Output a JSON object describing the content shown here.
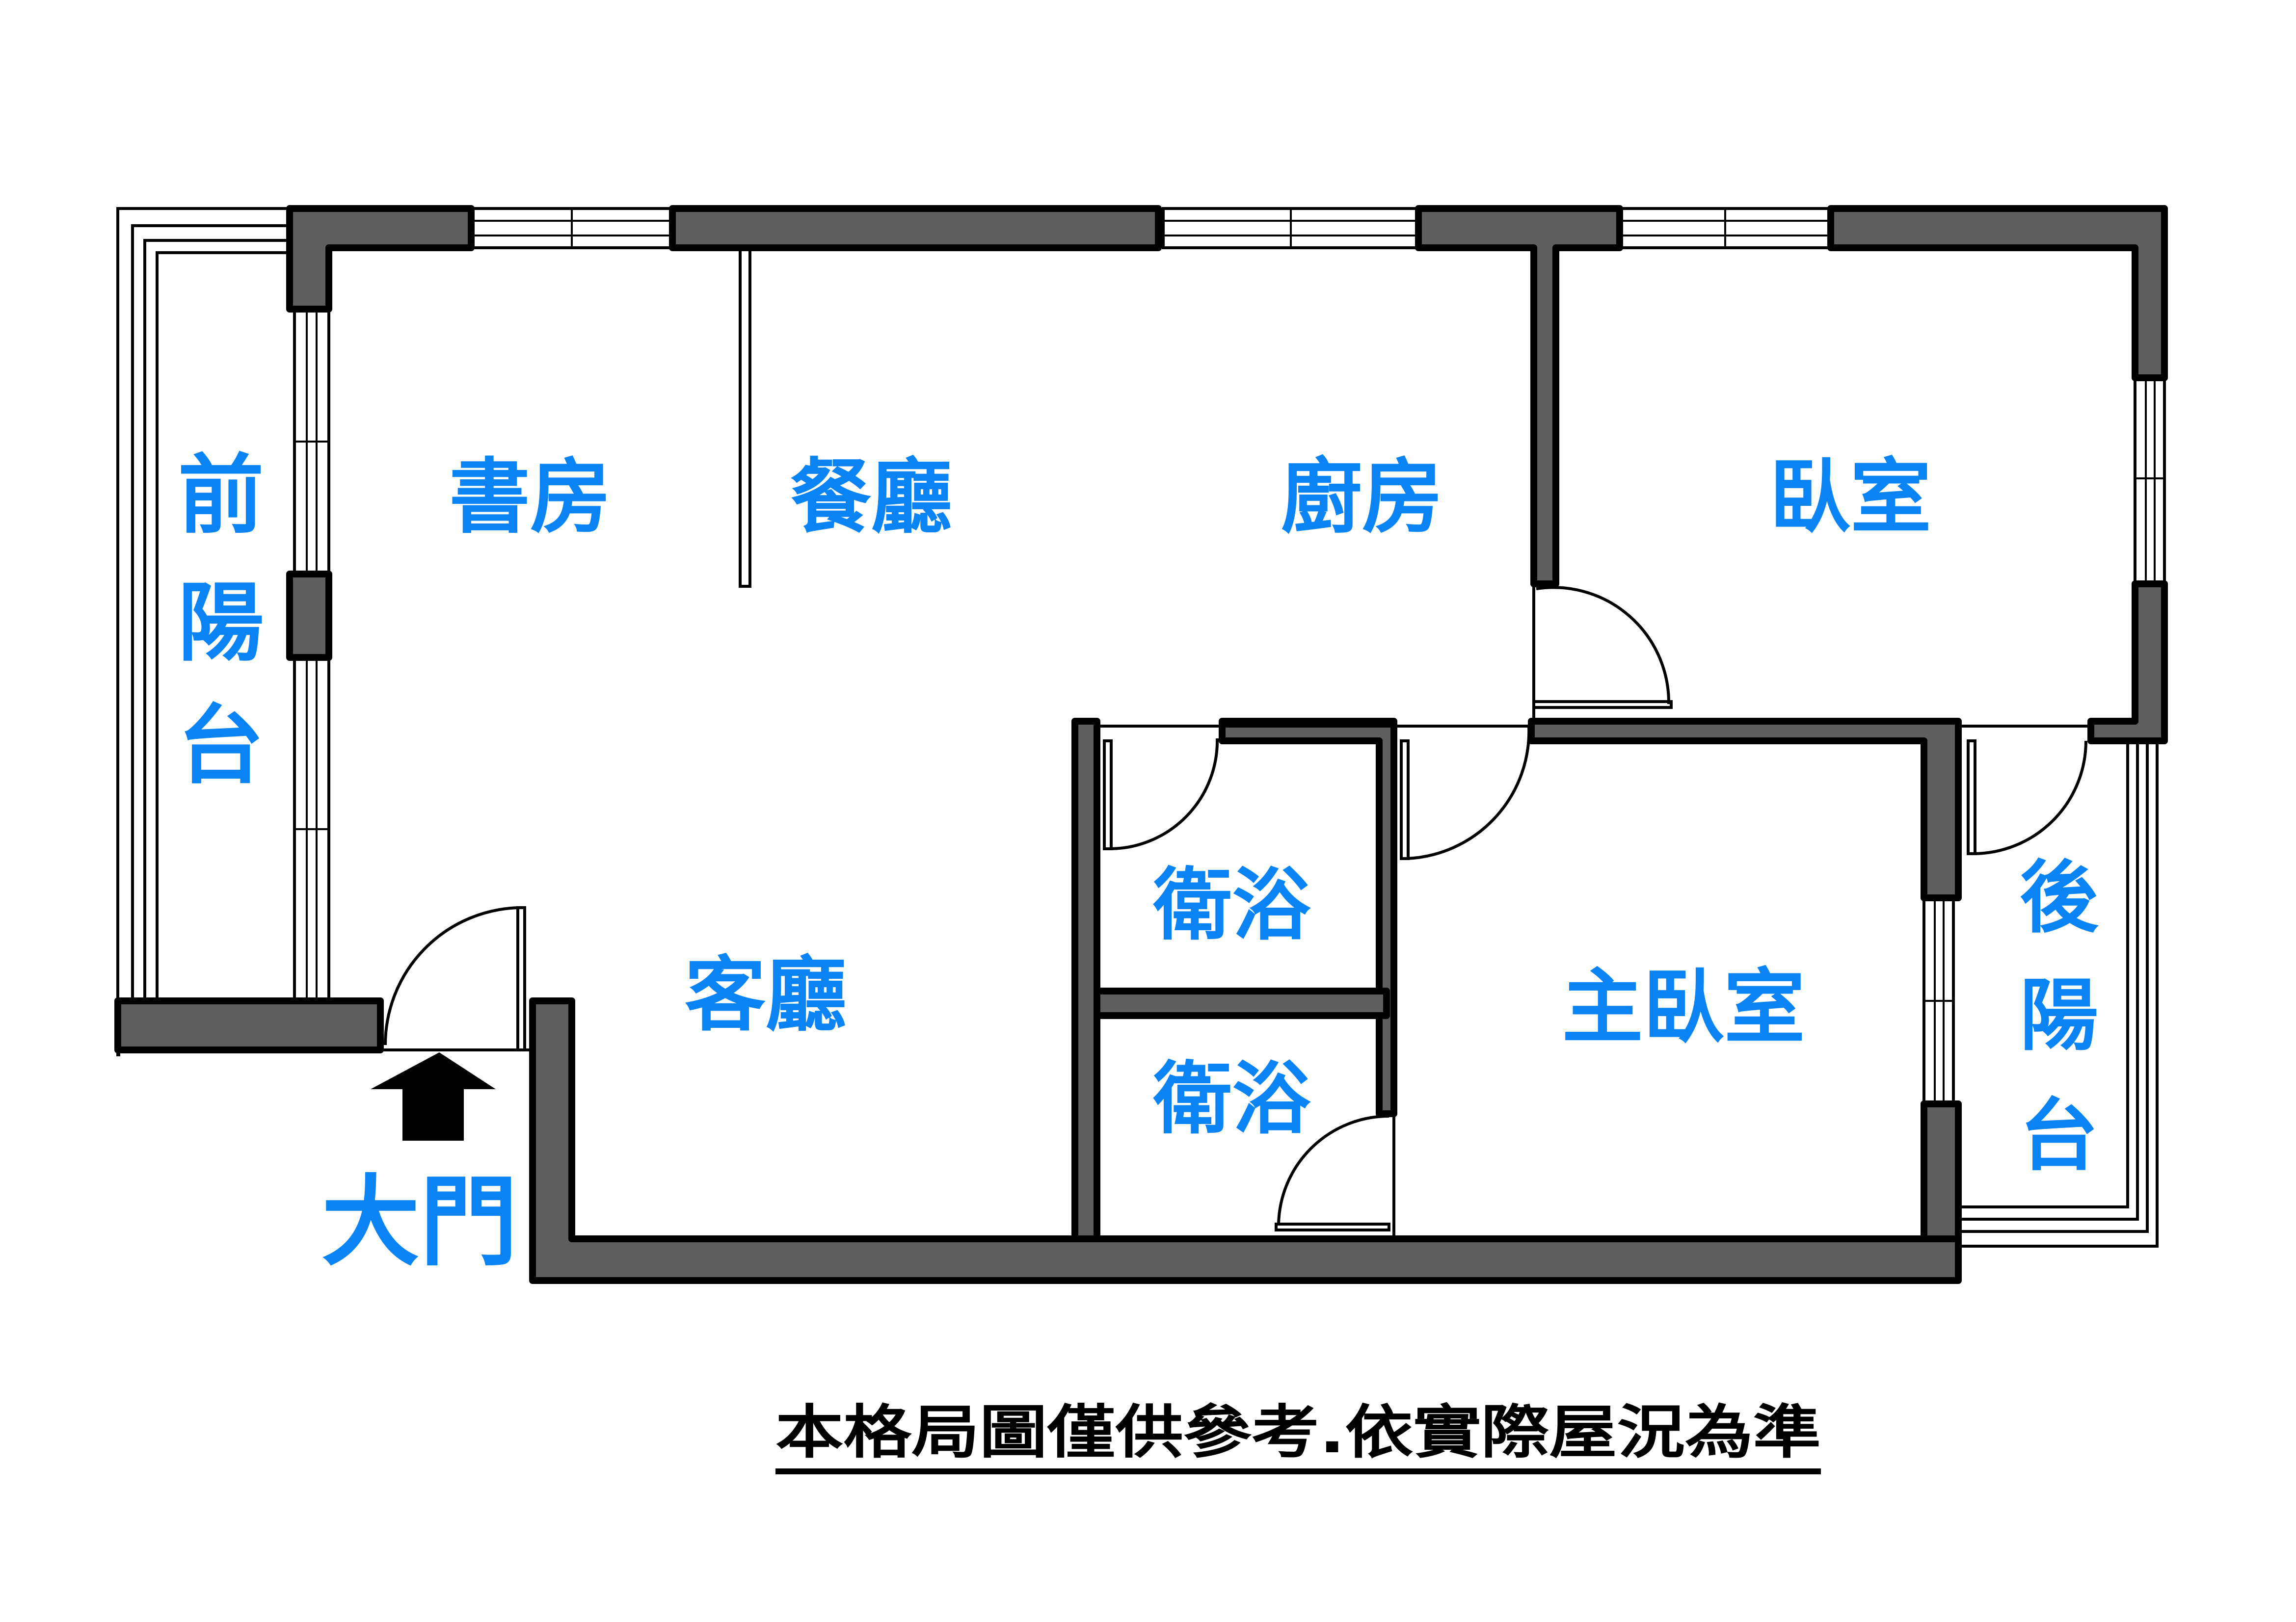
{
  "title": "Floor plan",
  "colors": {
    "label": "#0a84f5",
    "wall_fill": "#5e5e5e",
    "wall_outline": "#000000",
    "background": "#ffffff"
  },
  "rooms": {
    "front_balcony": [
      "前",
      "陽",
      "台"
    ],
    "study": "書房",
    "dining": "餐廳",
    "kitchen": "廚房",
    "bedroom": "臥室",
    "bathroom_1": "衛浴",
    "bathroom_2": "衛浴",
    "living_room": "客廳",
    "master_bedroom": "主臥室",
    "rear_balcony": [
      "後",
      "陽",
      "台"
    ]
  },
  "entrance": {
    "label": "大門",
    "icon": "arrow-up-icon"
  },
  "disclaimer": "本格局圖僅供參考.依實際屋況為準"
}
